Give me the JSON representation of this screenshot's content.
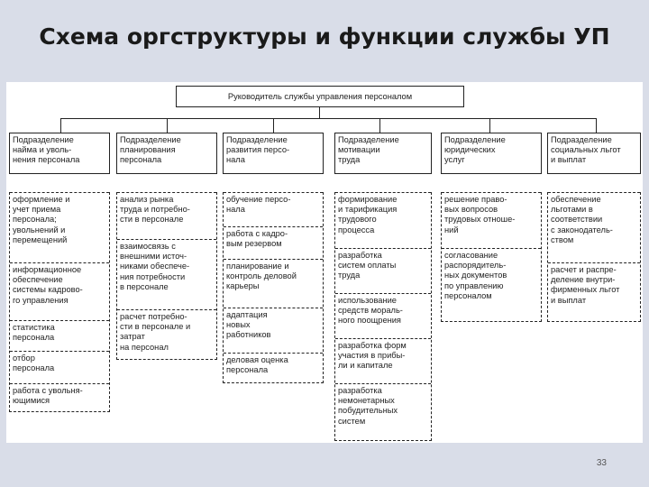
{
  "title": "Схема оргструктуры и функции службы УП",
  "page_number": "33",
  "head": "Руководитель службы управления персоналом",
  "columns": [
    {
      "unit": "Подразделение\nнайма и уволь-\nнения персонала",
      "functions": [
        "оформление и\nучет приема\nперсонала;\nувольнений и\nперемещений",
        "информационное\nобеспечение\nсистемы кадрово-\nго управления",
        "статистика\nперсонала",
        "отбор\nперсонала",
        "работа с увольня-\nющимися"
      ]
    },
    {
      "unit": "Подразделение\nпланирования\nперсонала",
      "functions": [
        "анализ рынка\nтруда и потребно-\nсти в персонале",
        "взаимосвязь с\nвнешними источ-\nниками обеспече-\nния потребности\nв персонале",
        "расчет потребно-\nсти в персонале и\nзатрат\nна персонал"
      ]
    },
    {
      "unit": "Подразделение\nразвития персо-\nнала",
      "functions": [
        "обучение персо-\nнала",
        "работа с кадро-\nвым резервом",
        "планирование и\nконтроль деловой\nкарьеры",
        "адаптация\nновых\nработников",
        "деловая оценка\nперсонала"
      ]
    },
    {
      "unit": "Подразделение\nмотивации\nтруда",
      "functions": [
        "формирование\nи тарификация\nтрудового\nпроцесса",
        "разработка\nсистем оплаты\nтруда",
        "использование\nсредств мораль-\nного поощрения",
        "разработка форм\nучастия в прибы-\nли и капитале",
        "разработка\nнемонетарных\nпобудительных\nсистем"
      ]
    },
    {
      "unit": "Подразделение\nюридических\nуслуг",
      "functions": [
        "решение право-\nвых вопросов\nтрудовых отноше-\nний",
        "согласование\nраспорядитель-\nных документов\nпо управлению\nперсоналом"
      ]
    },
    {
      "unit": "Подразделение\nсоциальных льгот\nи выплат",
      "functions": [
        "обеспечение\nльготами в\nсоответствии\nс законодатель-\nством",
        "расчет и распре-\nделение внутри-\nфирменных льгот\nи выплат"
      ]
    }
  ]
}
